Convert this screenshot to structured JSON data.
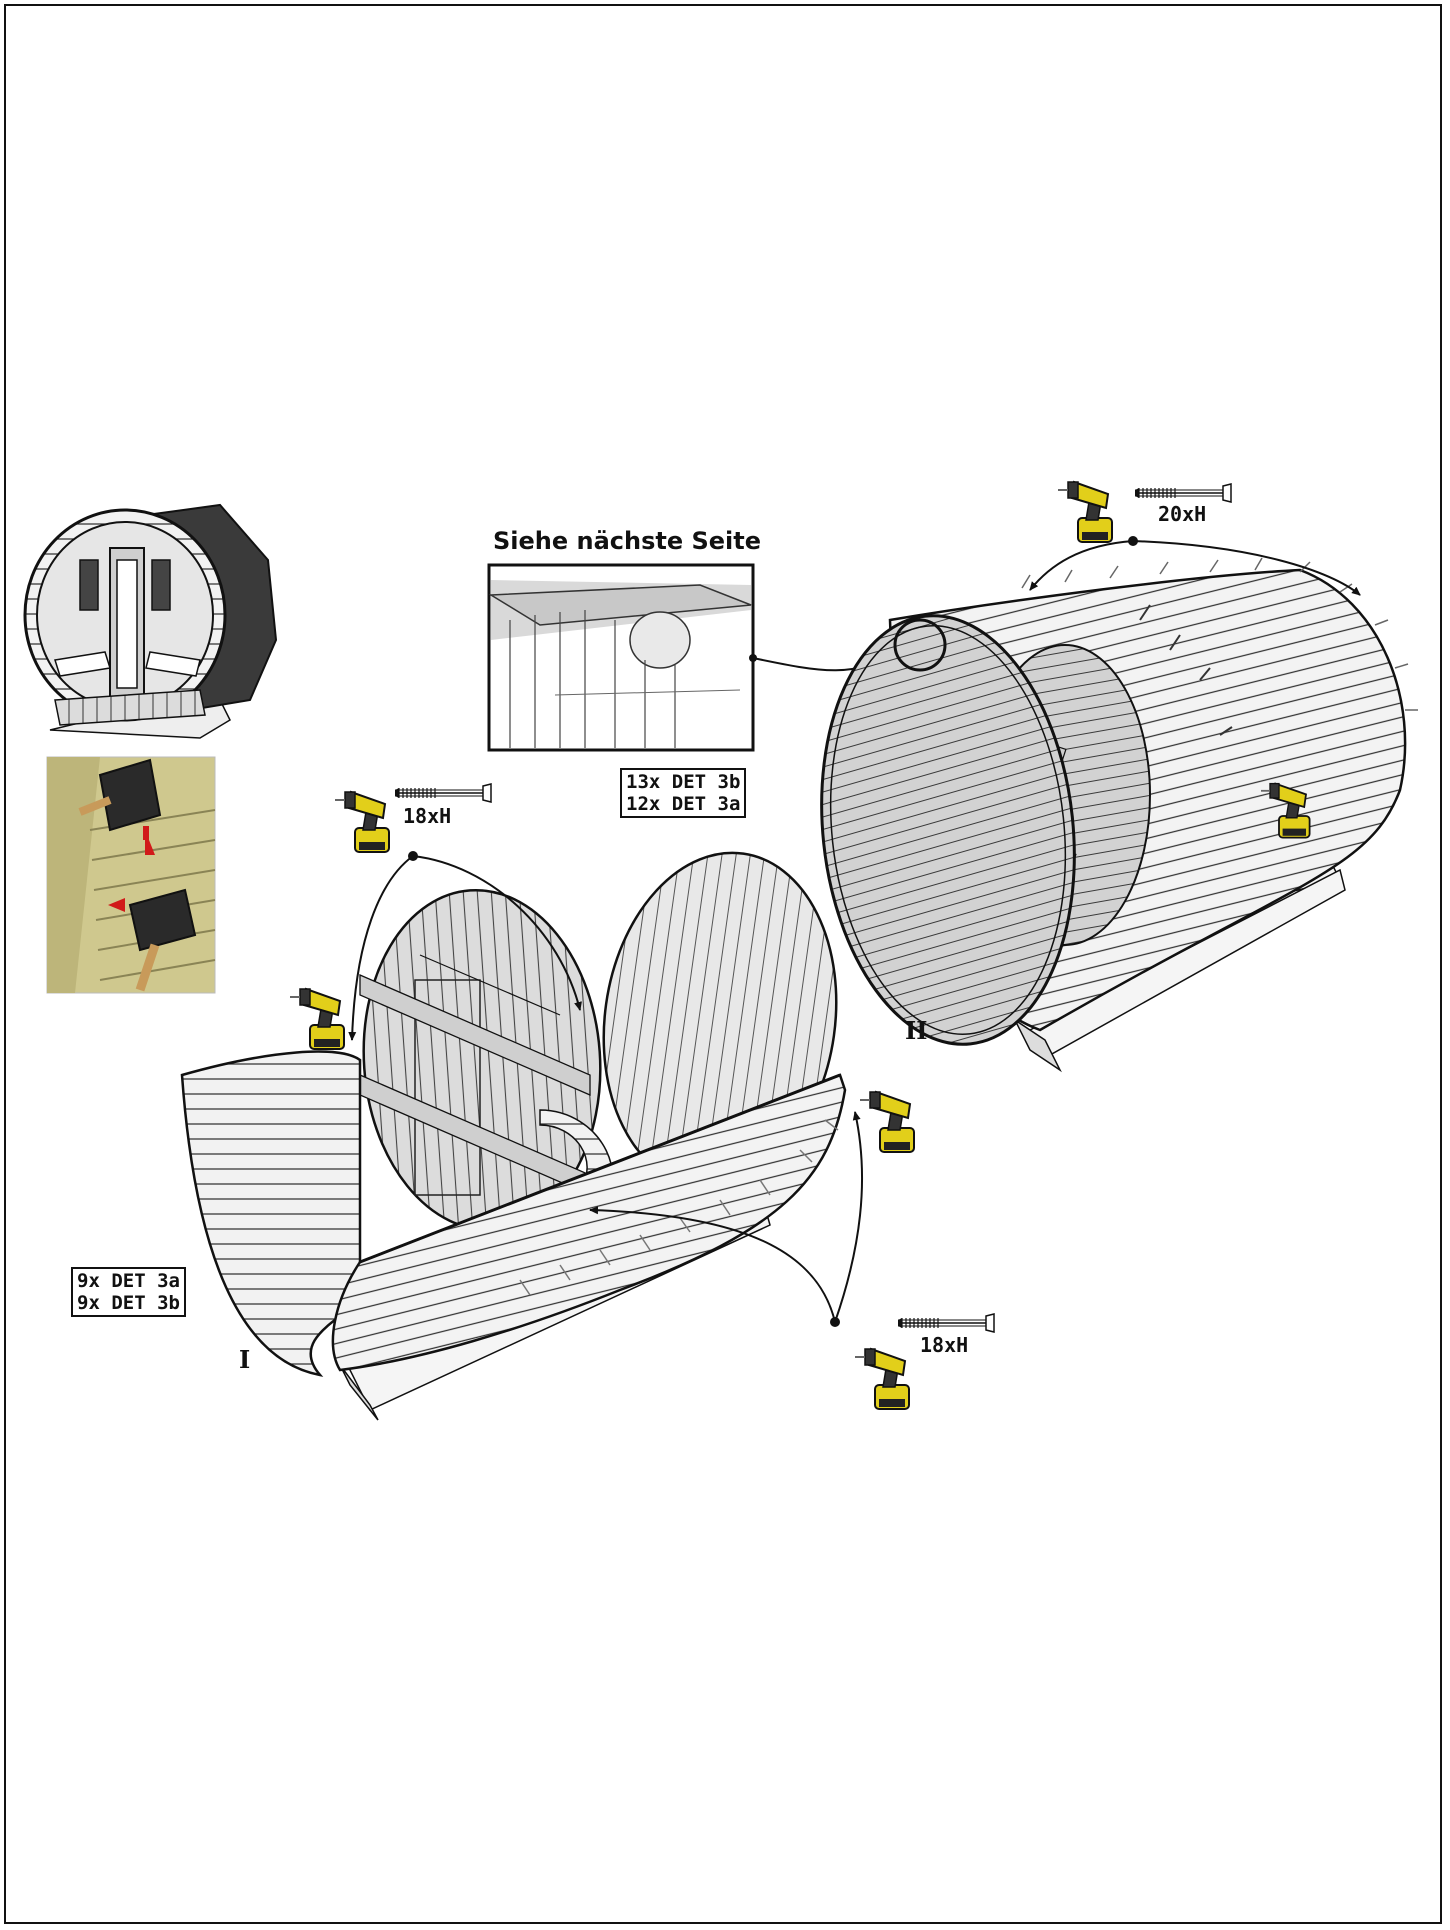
{
  "callout": {
    "title": "Siehe nächste Seite"
  },
  "parts_stage2": {
    "line1": "13x DET 3b",
    "line2": "12x DET 3a"
  },
  "parts_stage1": {
    "line1": "9x DET 3a",
    "line2": "9x DET 3b"
  },
  "screws": {
    "top": "20xH",
    "left": "18xH",
    "bottom": "18xH"
  },
  "stages": {
    "first": "I",
    "second": "II"
  },
  "colors": {
    "line": "#111111",
    "wood": "#e6e6e6",
    "tool_yellow": "#e2cf1a",
    "hammer_bg": "#cfc88e",
    "arrow_red": "#d11a1a"
  }
}
